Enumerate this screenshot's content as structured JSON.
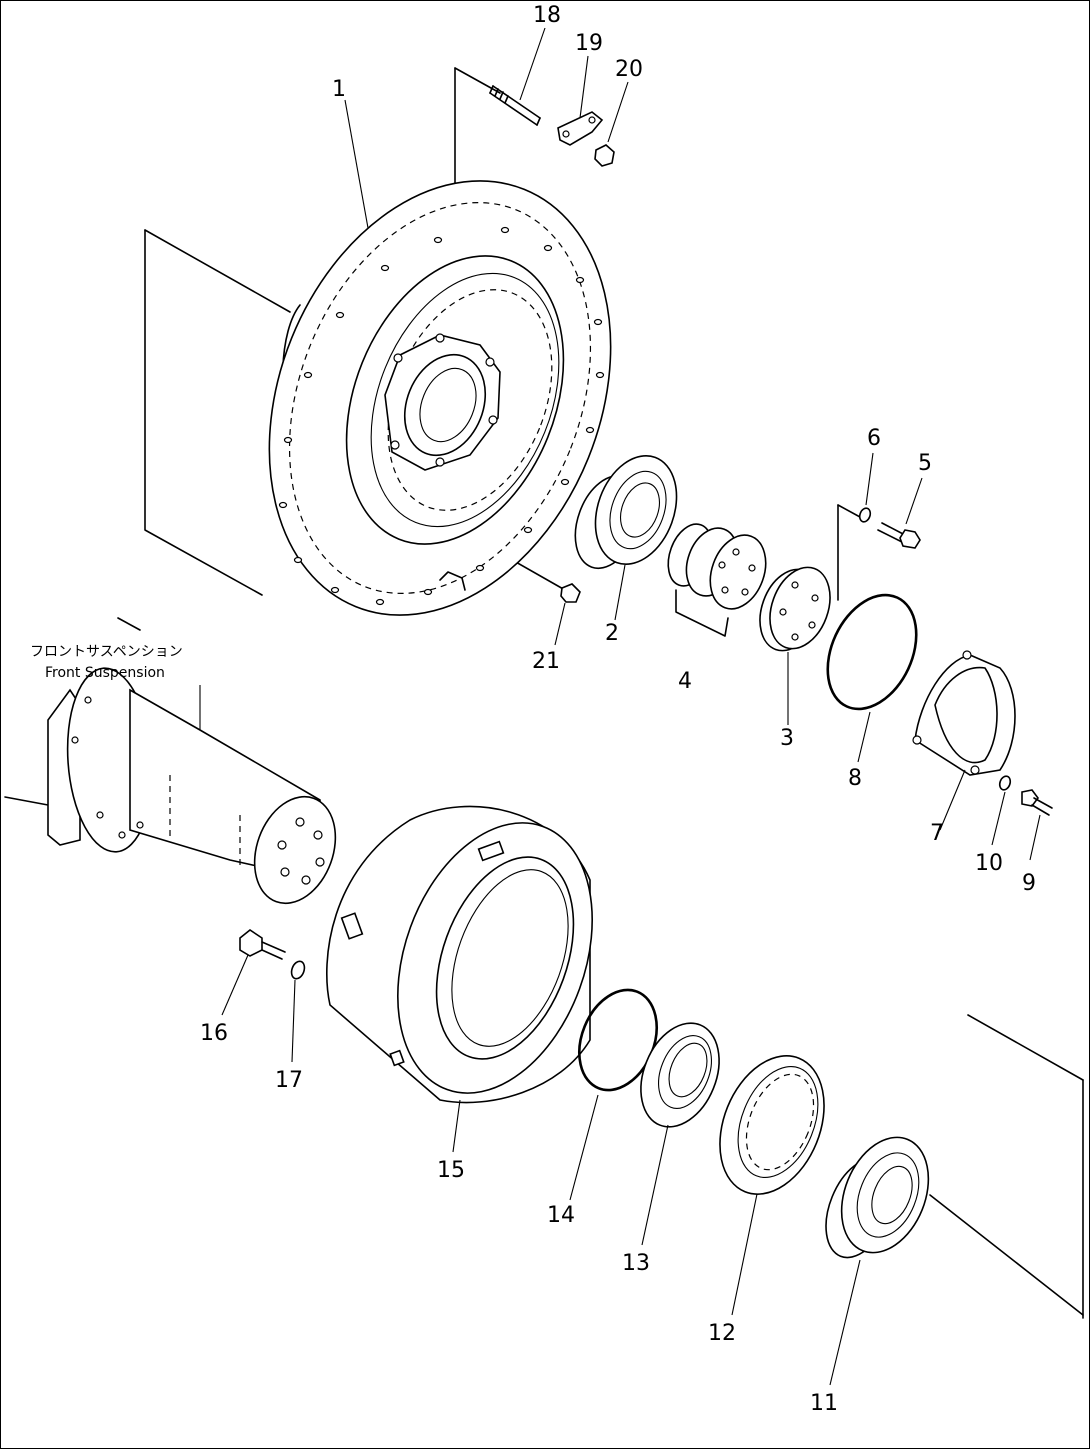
{
  "callouts": [
    "1",
    "2",
    "3",
    "4",
    "5",
    "6",
    "7",
    "8",
    "9",
    "10",
    "11",
    "12",
    "13",
    "14",
    "15",
    "16",
    "17",
    "18",
    "19",
    "20",
    "21"
  ],
  "front_suspension": {
    "label_jp": "フロントサスペンション",
    "label_en": "Front Suspension"
  }
}
